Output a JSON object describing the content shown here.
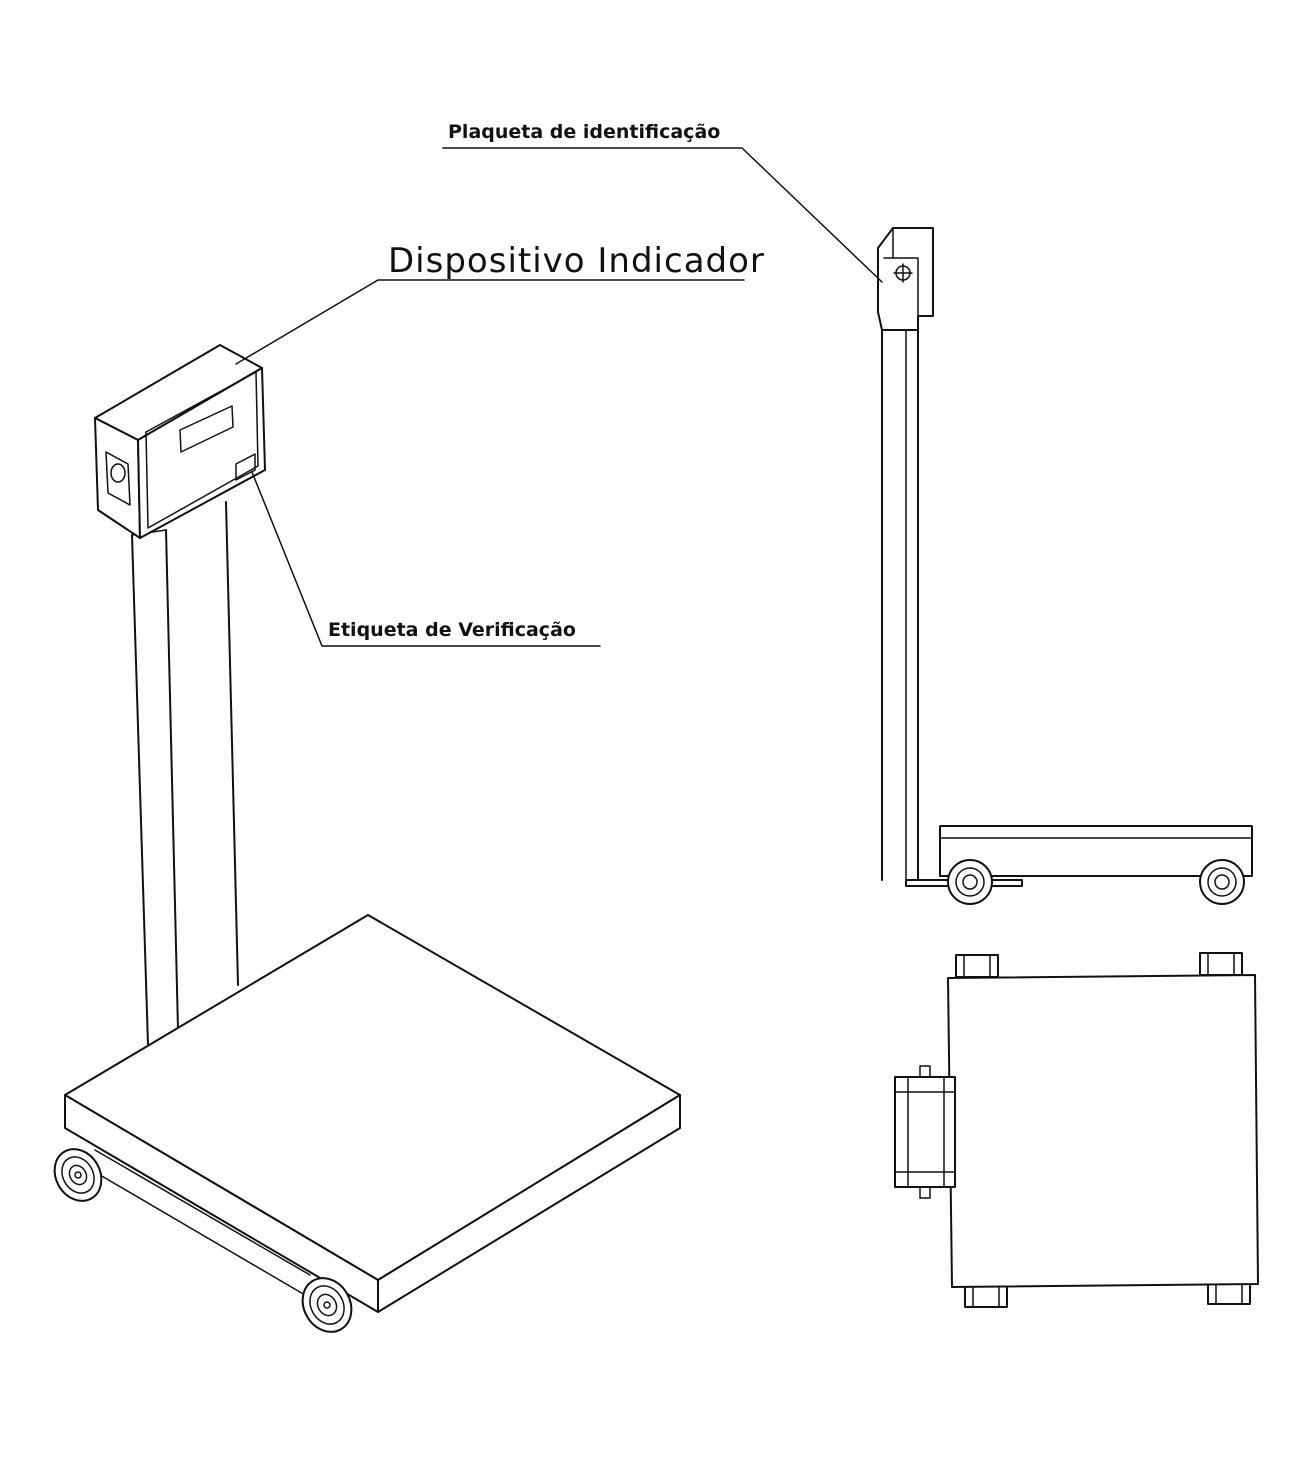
{
  "labels": {
    "identification_plate": "Plaqueta de identificação",
    "indicator_device": "Dispositivo Indicador",
    "verification_tag": "Etiqueta de Verificação"
  },
  "colors": {
    "line": "#111111",
    "background": "#ffffff"
  }
}
